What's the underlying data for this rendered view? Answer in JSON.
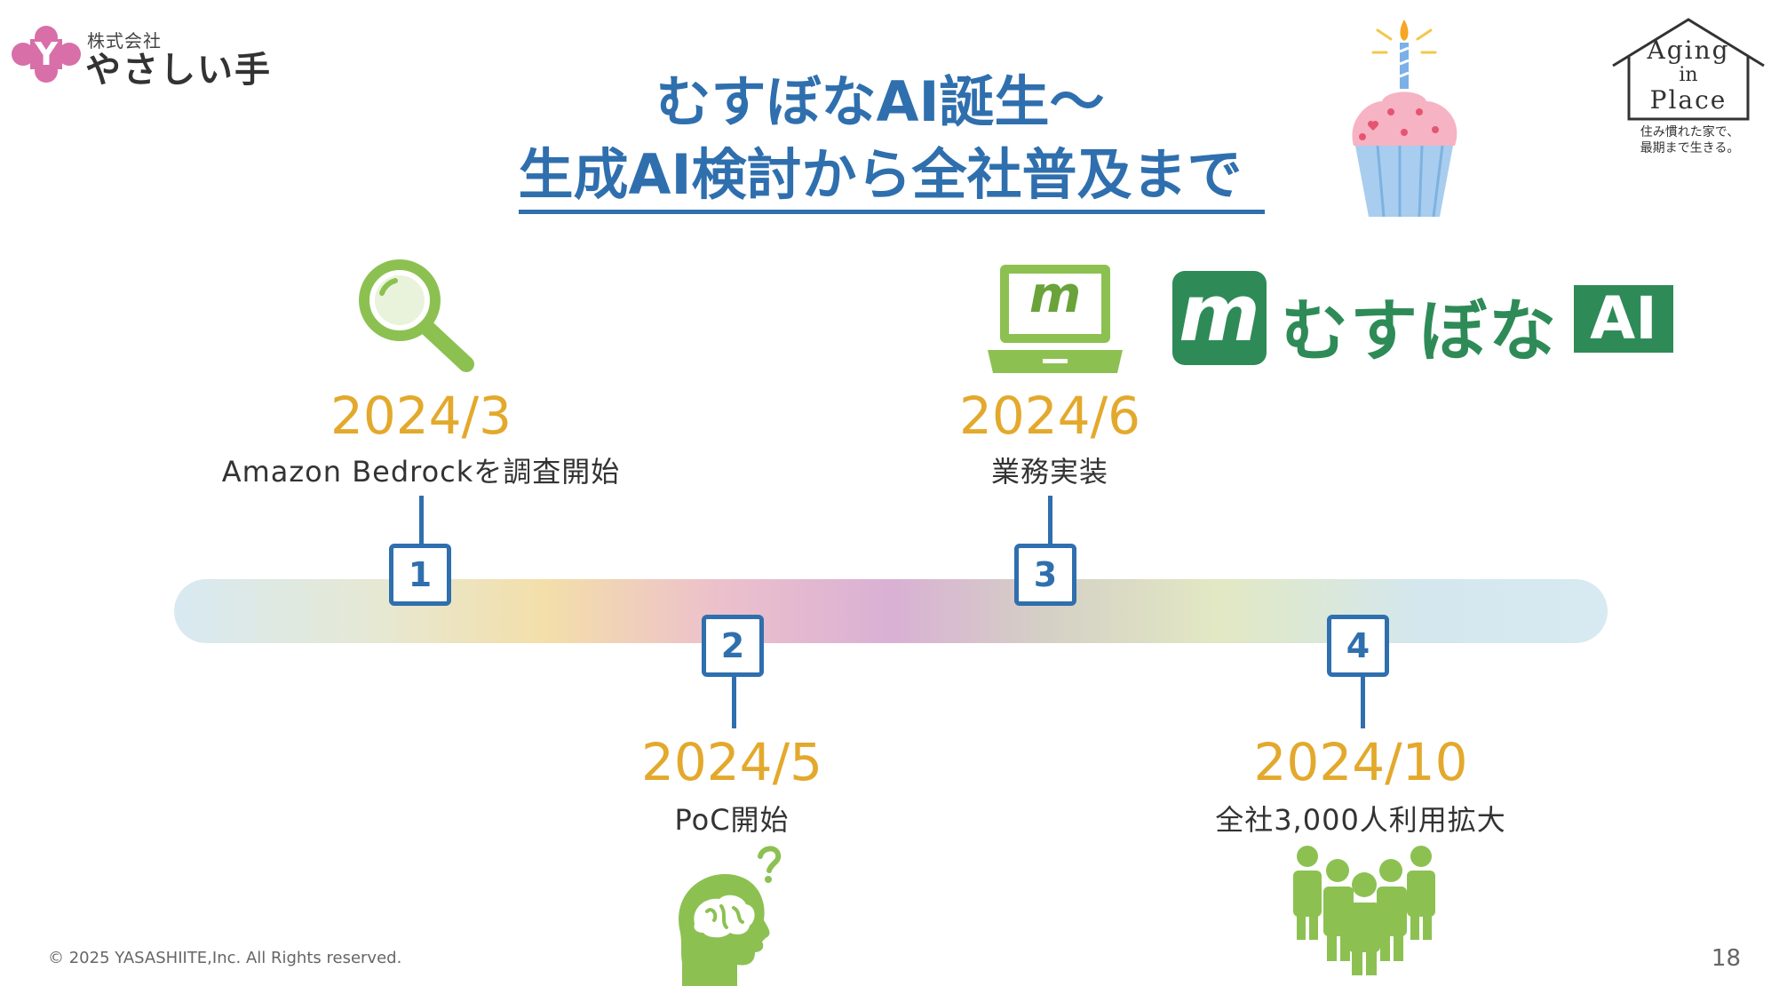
{
  "brand": {
    "company_prefix": "株式会社",
    "company_name": "やさしい手"
  },
  "title": {
    "line1": "むすぼなAI誕生～",
    "line2": "生成AI検討から全社普及まで"
  },
  "aging_logo": {
    "word1": "Aging",
    "word2": "in",
    "word3": "Place",
    "tagline1": "住み慣れた家で、",
    "tagline2": "最期まで生きる。"
  },
  "musubona_logo": {
    "mark": "m",
    "name": "むすぼな",
    "ai": "AI"
  },
  "milestones": [
    {
      "number": "1",
      "date": "2024/3",
      "description": "Amazon Bedrockを調査開始"
    },
    {
      "number": "2",
      "date": "2024/5",
      "description": "PoC開始"
    },
    {
      "number": "3",
      "date": "2024/6",
      "description": "業務実装"
    },
    {
      "number": "4",
      "date": "2024/10",
      "description": "全社3,000人利用拡大"
    }
  ],
  "laptop_mark": "m",
  "footer": {
    "copyright": "© 2025 YASASHIITE,Inc. All Rights reserved.",
    "page_number": "18"
  },
  "colors": {
    "title_blue": "#2f6fae",
    "date_gold": "#e3a92c",
    "icon_green": "#8cc152",
    "logo_green": "#2e8b57",
    "brand_pink": "#d86fa8"
  },
  "icons": [
    "magnifier-icon",
    "laptop-icon",
    "brain-head-icon",
    "people-group-icon",
    "cupcake-icon"
  ]
}
